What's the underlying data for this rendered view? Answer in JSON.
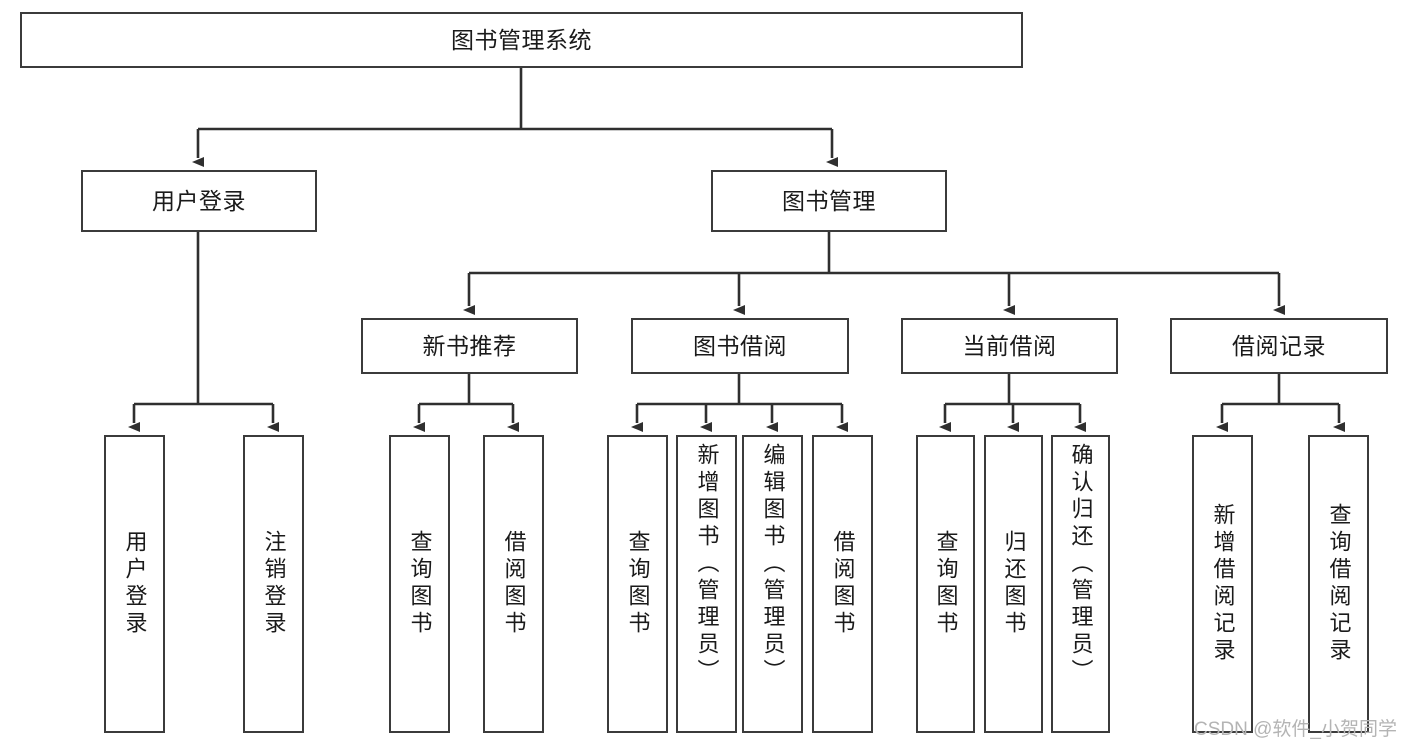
{
  "diagram": {
    "title_node": {
      "label": "图书管理系统"
    },
    "level2": [
      {
        "label": "用户登录"
      },
      {
        "label": "图书管理"
      }
    ],
    "level3": [
      {
        "label": "新书推荐"
      },
      {
        "label": "图书借阅"
      },
      {
        "label": "当前借阅"
      },
      {
        "label": "借阅记录"
      }
    ],
    "leaves": {
      "user_login": [
        {
          "label": "用户登录"
        },
        {
          "label": "注销登录"
        }
      ],
      "new_book_recommend": [
        {
          "label": "查询图书"
        },
        {
          "label": "借阅图书"
        }
      ],
      "book_borrow": [
        {
          "label": "查询图书"
        },
        {
          "label": "新增图书（管理员）"
        },
        {
          "label": "编辑图书（管理员）"
        },
        {
          "label": "借阅图书"
        }
      ],
      "current_borrow": [
        {
          "label": "查询图书"
        },
        {
          "label": "归还图书"
        },
        {
          "label": "确认归还（管理员）"
        }
      ],
      "borrow_record": [
        {
          "label": "新增借阅记录"
        },
        {
          "label": "查询借阅记录"
        }
      ]
    }
  },
  "watermark": {
    "text": "CSDN @软件_小贺同学"
  },
  "colors": {
    "border": "#3b3b3b",
    "text": "#1a1a1a",
    "background": "#ffffff",
    "watermark": "#b4b4b4"
  }
}
